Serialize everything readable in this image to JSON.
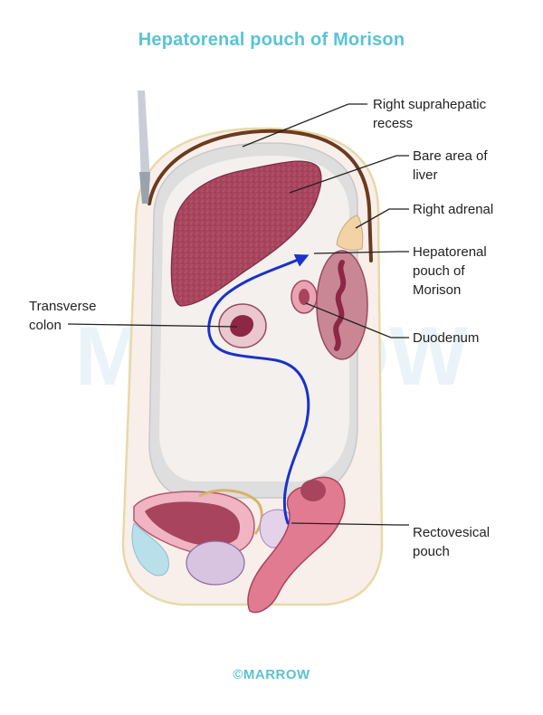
{
  "title": "Hepatorenal pouch of Morison",
  "labels": {
    "suprahepatic": [
      "Right suprahepatic",
      "recess"
    ],
    "bare_area": [
      "Bare area of",
      "liver"
    ],
    "adrenal": [
      "Right adrenal"
    ],
    "morison": [
      "Hepatorenal",
      "pouch of",
      "Morison"
    ],
    "transverse_colon": [
      "Transverse",
      "colon"
    ],
    "duodenum": [
      "Duodenum"
    ],
    "rectovesical": [
      "Rectovesical",
      "pouch"
    ]
  },
  "footer": "©MARROW",
  "watermark": "MARROW",
  "colors": {
    "title": "#58c4d6",
    "flow_arrow": "#1a32c8",
    "liver": "#a8445e",
    "peritoneum": "#dddedd",
    "parietal_line": "#6b3b1f"
  }
}
